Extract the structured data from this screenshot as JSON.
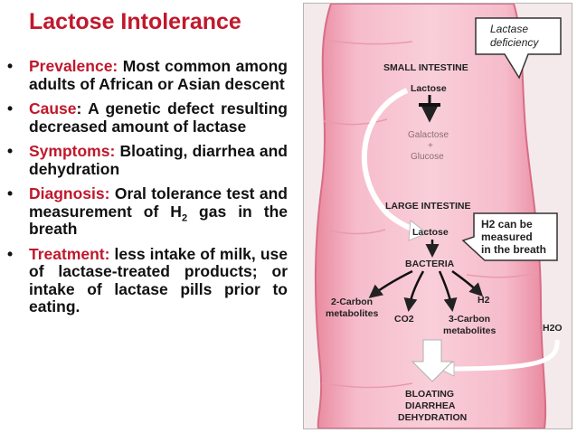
{
  "slide": {
    "title": "Lactose Intolerance",
    "bullets": [
      {
        "key": "Prevalence:",
        "text": " Most common among adults of African or Asian descent"
      },
      {
        "key": "Cause",
        "text": ": A genetic defect resulting decreased amount of lactase"
      },
      {
        "key": "Symptoms:",
        "text": " Bloating, diarrhea and dehydration"
      },
      {
        "key": "Diagnosis:",
        "text": " Oral tolerance test and measurement of H",
        "sub": "2",
        "tail": " gas in the breath"
      },
      {
        "key": "Treatment:",
        "text": " less intake of milk, use of lactase-treated products; or intake of lactase pills prior to eating."
      }
    ]
  },
  "diagram": {
    "callout_deficiency": [
      "Lactase",
      "deficiency"
    ],
    "small_intestine": "SMALL INTESTINE",
    "lactose": "Lactose",
    "galactose": "Galactose",
    "plus": "+",
    "glucose": "Glucose",
    "large_intestine": "LARGE INTESTINE",
    "callout_breath": [
      "H2 can be",
      "measured",
      "in the breath"
    ],
    "bacteria": "BACTERIA",
    "two_carbon": [
      "2-Carbon",
      "metabolites"
    ],
    "co2": "CO2",
    "three_carbon": [
      "3-Carbon",
      "metabolites"
    ],
    "h2": "H2",
    "h2o": "H2O",
    "outcome": [
      "BLOATING",
      "DIARRHEA",
      "DEHYDRATION"
    ]
  },
  "colors": {
    "title": "#c0182c",
    "keyword": "#c0182c",
    "intestine": "#f5b4c2",
    "wall": "#e7879c",
    "panel_bg": "#f4eaec"
  },
  "icons": {
    "bullet": "•",
    "block": "block-bar-icon"
  }
}
